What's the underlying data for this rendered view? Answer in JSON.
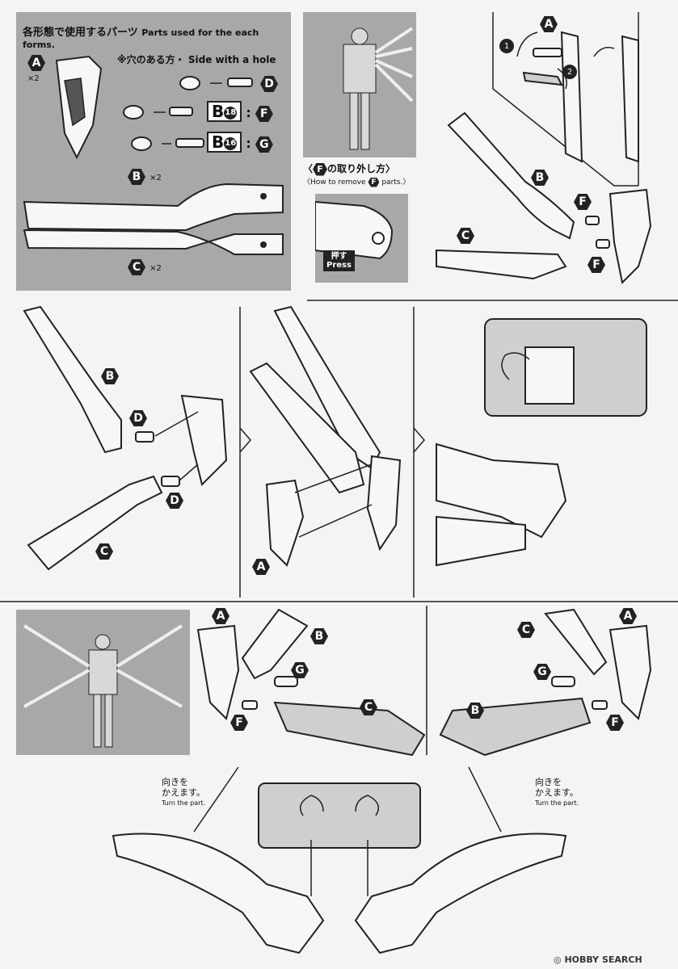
{
  "parts_panel": {
    "title_jp": "各形態で使用するパーツ",
    "title_en": "Parts used for the each forms.",
    "hole_note_jp": "※穴のある方",
    "hole_note_en": "Side with a hole",
    "part_a": {
      "letter": "A",
      "qty": "×2"
    },
    "part_b": {
      "letter": "B",
      "qty": "×2"
    },
    "part_c": {
      "letter": "C",
      "qty": "×2"
    },
    "rows": [
      {
        "letter": "D",
        "code": "",
        "sub": ""
      },
      {
        "letter": "F",
        "code": "B",
        "sub": "18"
      },
      {
        "letter": "G",
        "code": "B",
        "sub": "16"
      }
    ]
  },
  "remove": {
    "title_jp": "の取り外し方",
    "title_letter": "F",
    "title_en_prefix": "How to remove",
    "title_en_suffix": "parts.",
    "press_jp": "押す",
    "press_en": "Press"
  },
  "labels": {
    "a": "A",
    "b": "B",
    "c": "C",
    "d": "D",
    "f": "F",
    "g": "G",
    "step1": "1",
    "step2": "2"
  },
  "turn_note": {
    "jp1": "向きを",
    "jp2": "かえます。",
    "en": "Turn the part."
  },
  "watermark": {
    "text": "HOBBY SEARCH"
  }
}
